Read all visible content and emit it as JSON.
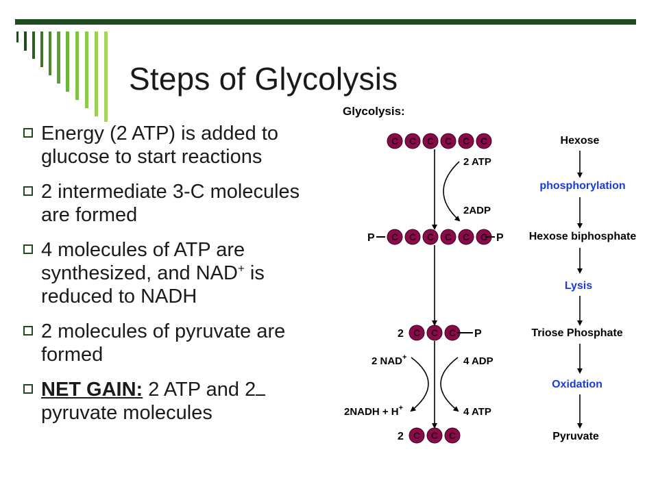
{
  "slide": {
    "title": "Steps of Glycolysis",
    "colors": {
      "title_bar": "#1f4a1f",
      "stripe_dark": "#1f4a1f",
      "stripe_light": "#9bd052",
      "carbon": "#8a0a4a",
      "step_label": "#1a3adb"
    }
  },
  "bullets": [
    {
      "line1": "Energy (2 ATP) is added to",
      "line2": "glucose to start reactions"
    },
    {
      "line1": "2 intermediate 3-C molecules",
      "line2": "are formed"
    },
    {
      "line1": "4 molecules of ATP are",
      "line2a": "synthesized, and NAD",
      "sup": "+",
      "line2b": " is",
      "line3": "reduced to NADH"
    },
    {
      "line1": "2 molecules of pyruvate are",
      "line2": "formed"
    },
    {
      "bold": "NET GAIN:",
      "line1": " 2 ATP and 2",
      "line2": "pyruvate molecules"
    }
  ],
  "diagram": {
    "heading": "Glycolysis:",
    "carbon_symbol": "C",
    "phosphate_symbol": "P",
    "count_2": "2",
    "atp_in": "2 ATP",
    "adp_out": "2ADP",
    "nad_in": "2 NAD",
    "nad_sup": "+",
    "nadh_out": "2NADH + H",
    "nadh_sup": "+",
    "adp_in": "4 ADP",
    "atp_out": "4 ATP",
    "stages": [
      "Hexose",
      "Hexose biphosphate",
      "Triose Phosphate",
      "Pyruvate"
    ],
    "steps": [
      "phosphorylation",
      "Lysis",
      "Oxidation"
    ]
  }
}
